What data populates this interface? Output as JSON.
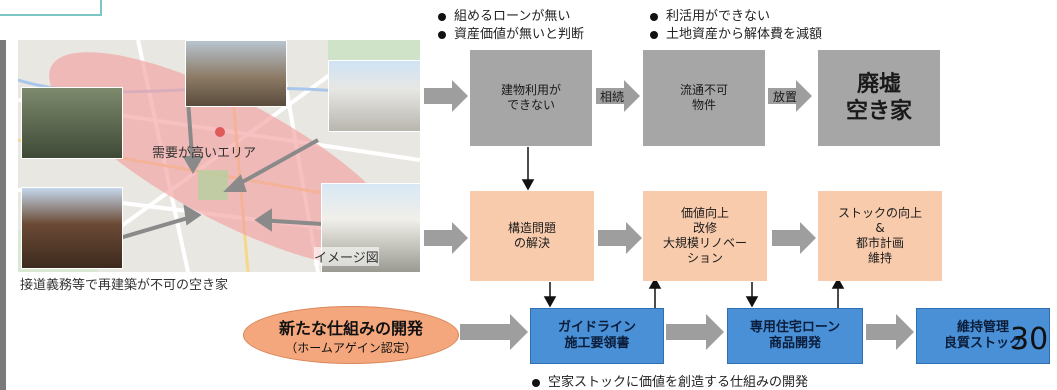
{
  "bullets_top": [
    "組めるローンが無い",
    "資産価値が無いと判断",
    "利活用ができない",
    "土地資産から解体費を減額"
  ],
  "row1": {
    "box1": "建物利用が\nできない",
    "label1": "相続",
    "box2": "流通不可\n物件",
    "label2": "放置",
    "box3": "廃墟\n空き家"
  },
  "row2": {
    "box1": "構造問題\nの解決",
    "box2": "価値向上\n改修\n大規模リノベー\nション",
    "box3": "ストックの向上\n&\n都市計画\n維持"
  },
  "row3": {
    "oval_title": "新たな仕組みの開発",
    "oval_sub": "（ホームアゲイン認定）",
    "box1": "ガイドライン\n施工要領書",
    "box2": "専用住宅ローン\n商品開発",
    "box3": "維持管理\n良質ストック"
  },
  "map": {
    "area_label": "需要が高いエリア",
    "image_tag": "イメージ図",
    "caption": "接道義務等で再建築が不可の空き家"
  },
  "bullet_bottom": "空家ストックに価値を創造する仕組みの開発",
  "page_number": "30",
  "colors": {
    "gray_box": "#a6a6a6",
    "peach_box": "#f8cbad",
    "blue_box": "#4a90d6",
    "oval": "#f4a77c",
    "arrow": "#9e9e9e"
  }
}
